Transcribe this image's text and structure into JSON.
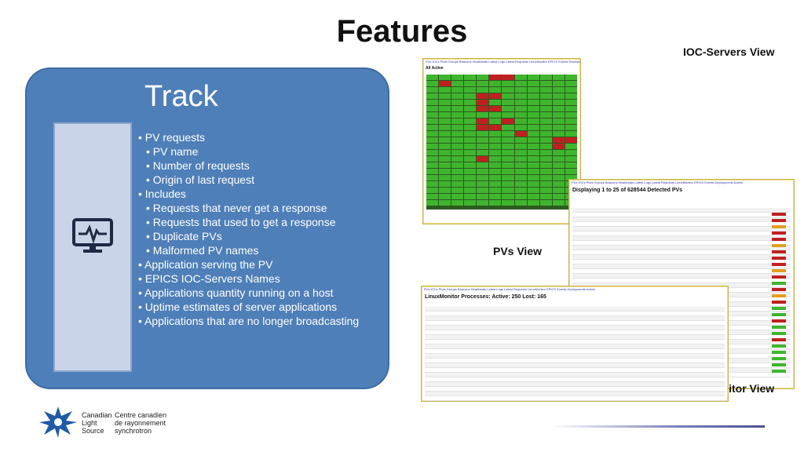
{
  "slide": {
    "title": "Features"
  },
  "track_panel": {
    "heading": "Track",
    "items": [
      {
        "text": "• PV requests",
        "level": 1
      },
      {
        "text": "• PV name",
        "level": 2
      },
      {
        "text": "• Number of requests",
        "level": 2
      },
      {
        "text": "• Origin of last request",
        "level": 2
      },
      {
        "text": "• Includes",
        "level": 1
      },
      {
        "text": "• Requests that never get a response",
        "level": 2
      },
      {
        "text": "• Requests that used to get a response",
        "level": 2
      },
      {
        "text": "• Duplicate PVs",
        "level": 2
      },
      {
        "text": "• Malformed PV names",
        "level": 2
      },
      {
        "text": "• Application serving the PV",
        "level": 1
      },
      {
        "text": "• EPICS IOC-Servers Names",
        "level": 1
      },
      {
        "text": "• Applications quantity running on a host",
        "level": 1
      },
      {
        "text": "• Uptime estimates of server applications",
        "level": 1
      },
      {
        "text": "• Applications that are no longer broadcasting",
        "level": 1
      }
    ],
    "icon": "monitor-heartbeat-icon"
  },
  "screenshots": {
    "ioc_servers_label": "IOC-Servers View",
    "pvs_label": "PVs View",
    "linuxmonitor_label": "LinuxMonitor View",
    "ioc_nav": "PVs IOCs Plots Groups Beacons Heartbeats Latest Logs Latest Requests LinuxMonitor EPICS Events Deployments Admin",
    "ioc_filter_title": "All Active",
    "pvs_heading": "Displaying 1 to 25 of 628544 Detected PVs",
    "lm_heading": "LinuxMonitor Processes: Active: 250 Lost: 165"
  },
  "logo": {
    "line1_en": "Canadian",
    "line2_en": "Light",
    "line3_en": "Source",
    "line1_fr": "Centre canadien",
    "line2_fr": "de rayonnement",
    "line3_fr": "synchrotron"
  },
  "colors": {
    "panel_blue": "#4f7fb8",
    "side_box": "#c9d4e8",
    "ok_green": "#3fb52e",
    "alert_red": "#c02020",
    "logo_blue": "#1f5aa6"
  }
}
